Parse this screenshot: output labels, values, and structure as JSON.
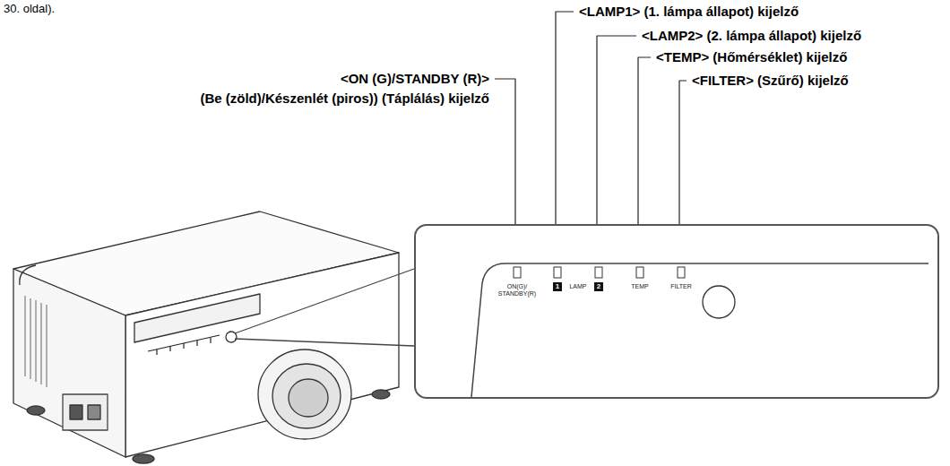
{
  "diagram": {
    "nodes": [
      {
        "text": [
          "ON(G)/ STANDBY(R)",
          "1",
          "LAMP",
          "2",
          "TEMP",
          "FILTER"
        ]
      }
    ],
    "labels": [
      "30. oldal).",
      "<LAMP1> (1. lámpa állapot) kijelző",
      "<LAMP2> (2. lámpa állapot) kijelző",
      "<TEMP> (Hőmérséklet) kijelző",
      "<ON (G)/STANDBY (R)>",
      "<FILTER> (Szűrő) kijelző",
      "(Be (zöld)/Készenlét (piros)) (Táplálás) kijelző"
    ]
  }
}
